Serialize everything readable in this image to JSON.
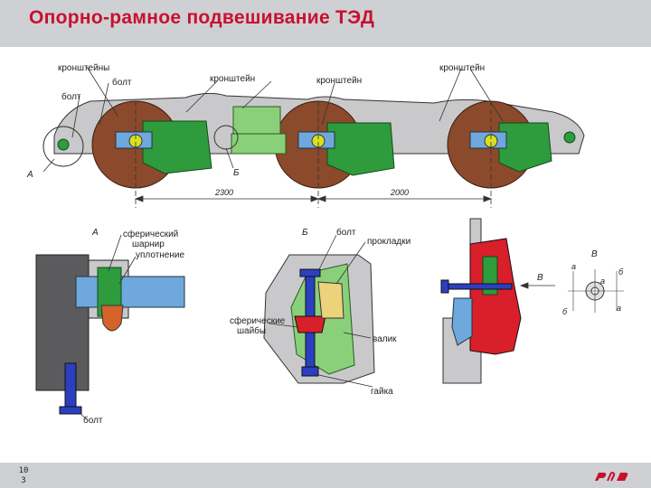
{
  "header": {
    "title": "Опорно-рамное подвешивание ТЭД"
  },
  "footer": {
    "page_top": "10",
    "page_bottom": "3"
  },
  "colors": {
    "title": "#c8102e",
    "header_bg": "#cfd0d4",
    "wheel": "#8b4a2b",
    "frame": "#c9c9cb",
    "motor": "#2e9b3d",
    "bracket": "#8ad07a",
    "shaft": "#6fa8dc",
    "blue": "#2c3fc1",
    "red": "#d81f2a"
  },
  "labels": {
    "top": {
      "brackets_left": "кронштейны",
      "bolt_top": "болт",
      "bolt_left": "болт",
      "bracket_mid": "кронштейн",
      "bracket_center": "кронштейн",
      "bracket_right": "кронштейн",
      "callout_a": "А",
      "callout_b": "Б"
    },
    "dimensions": {
      "d1": "2300",
      "d2": "2000"
    },
    "detail_a": {
      "letter": "А",
      "joint_1": "сферический",
      "joint_2": "шарнир",
      "seal": "уплотнение",
      "bolt": "болт"
    },
    "detail_b": {
      "letter": "Б",
      "bolt": "болт",
      "shims": "прокладки",
      "washers_1": "сферические",
      "washers_2": "шайбы",
      "roller": "валик",
      "nut": "гайка"
    },
    "detail_c": {
      "arrow_label": "В",
      "view_label": "В",
      "dim_a1": "а",
      "dim_a2": "а",
      "dim_a3": "а",
      "dim_b1": "б",
      "dim_b2": "б"
    }
  }
}
